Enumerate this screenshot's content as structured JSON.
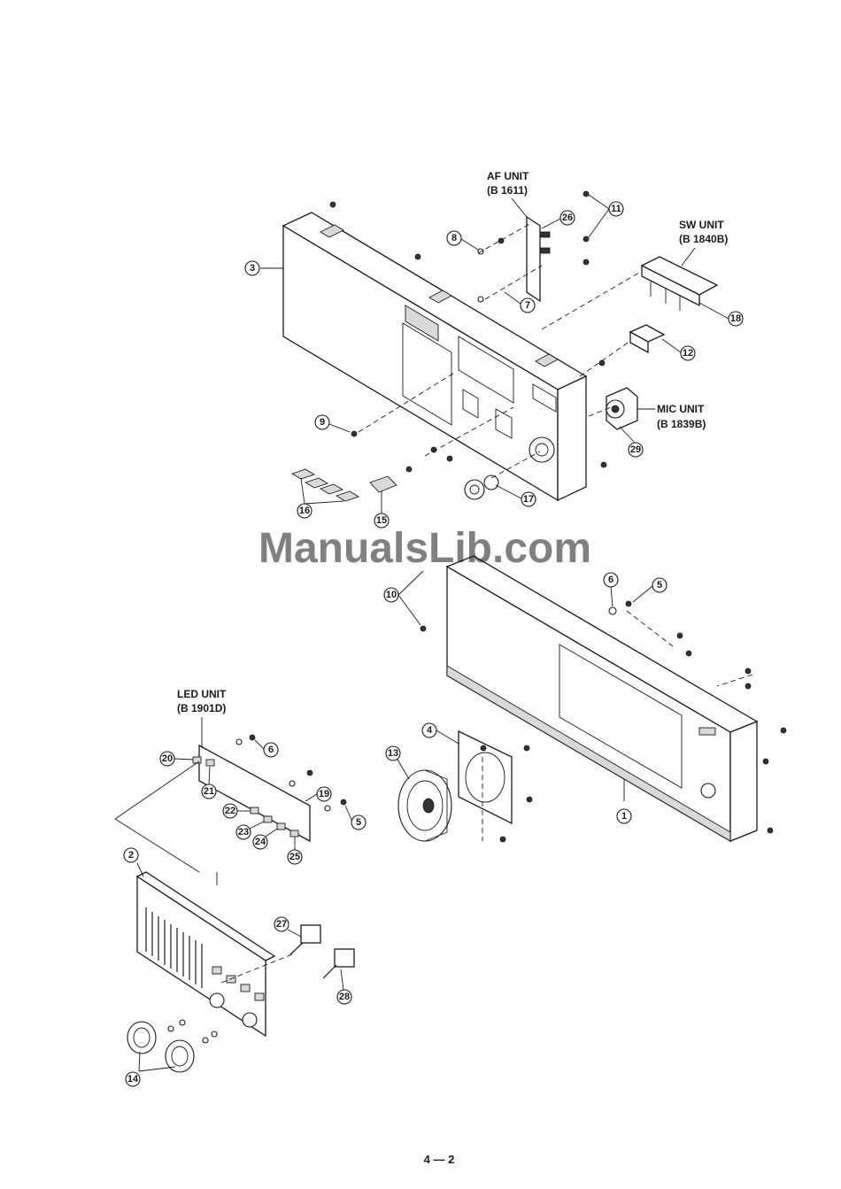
{
  "watermark": "ManualsLib.com",
  "page_number": "4 — 2",
  "units": {
    "af_unit": {
      "name": "AF UNIT",
      "code": "(B  1611)"
    },
    "sw_unit": {
      "name": "SW UNIT",
      "code": "(B  1840B)"
    },
    "mic_unit": {
      "name": "MIC UNIT",
      "code": "(B  1839B)"
    },
    "led_unit": {
      "name": "LED UNIT",
      "code": "(B  1901D)"
    }
  },
  "callouts": {
    "c1": "1",
    "c2": "2",
    "c3": "3",
    "c4": "4",
    "c5a": "5",
    "c5b": "5",
    "c6a": "6",
    "c6b": "6",
    "c7": "7",
    "c8": "8",
    "c9": "9",
    "c10": "10",
    "c11": "11",
    "c12": "12",
    "c13": "13",
    "c14": "14",
    "c15": "15",
    "c16": "16",
    "c17": "17",
    "c18": "18",
    "c19": "19",
    "c20": "20",
    "c21": "21",
    "c22": "22",
    "c23": "23",
    "c24": "24",
    "c25": "25",
    "c26": "26",
    "c27": "27",
    "c28": "28",
    "c29": "29"
  }
}
